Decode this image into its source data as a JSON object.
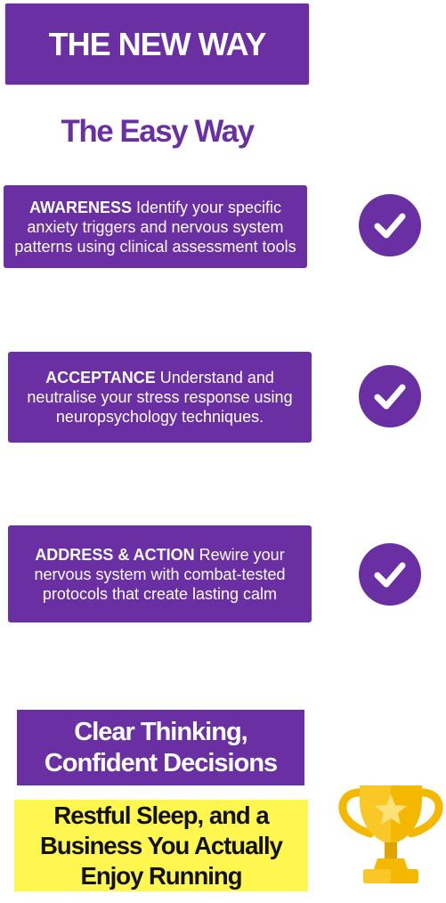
{
  "header": {
    "title": "THE NEW WAY"
  },
  "subtitle": "The Easy Way",
  "steps": [
    {
      "heading": "AWARENESS",
      "text": " Identify your specific anxiety triggers and nervous system patterns using clinical assessment tools"
    },
    {
      "heading": "ACCEPTANCE",
      "text": " Understand and neutralise your stress response using neuropsychology techniques."
    },
    {
      "heading": "ADDRESS & ACTION",
      "text": " Rewire your nervous system with combat-tested protocols that create lasting calm"
    }
  ],
  "outcomes": {
    "purple_lines": [
      "Clear Thinking,",
      "Confident Decisions"
    ],
    "yellow_lines": [
      "Restful Sleep, and a",
      "Business You Actually",
      "Enjoy Running"
    ]
  },
  "icons": {
    "check": "check-circle-icon",
    "trophy": "trophy-icon"
  },
  "colors": {
    "purple": "#6a2fa2",
    "yellow": "#fff64f",
    "gold": "#f5b800"
  }
}
